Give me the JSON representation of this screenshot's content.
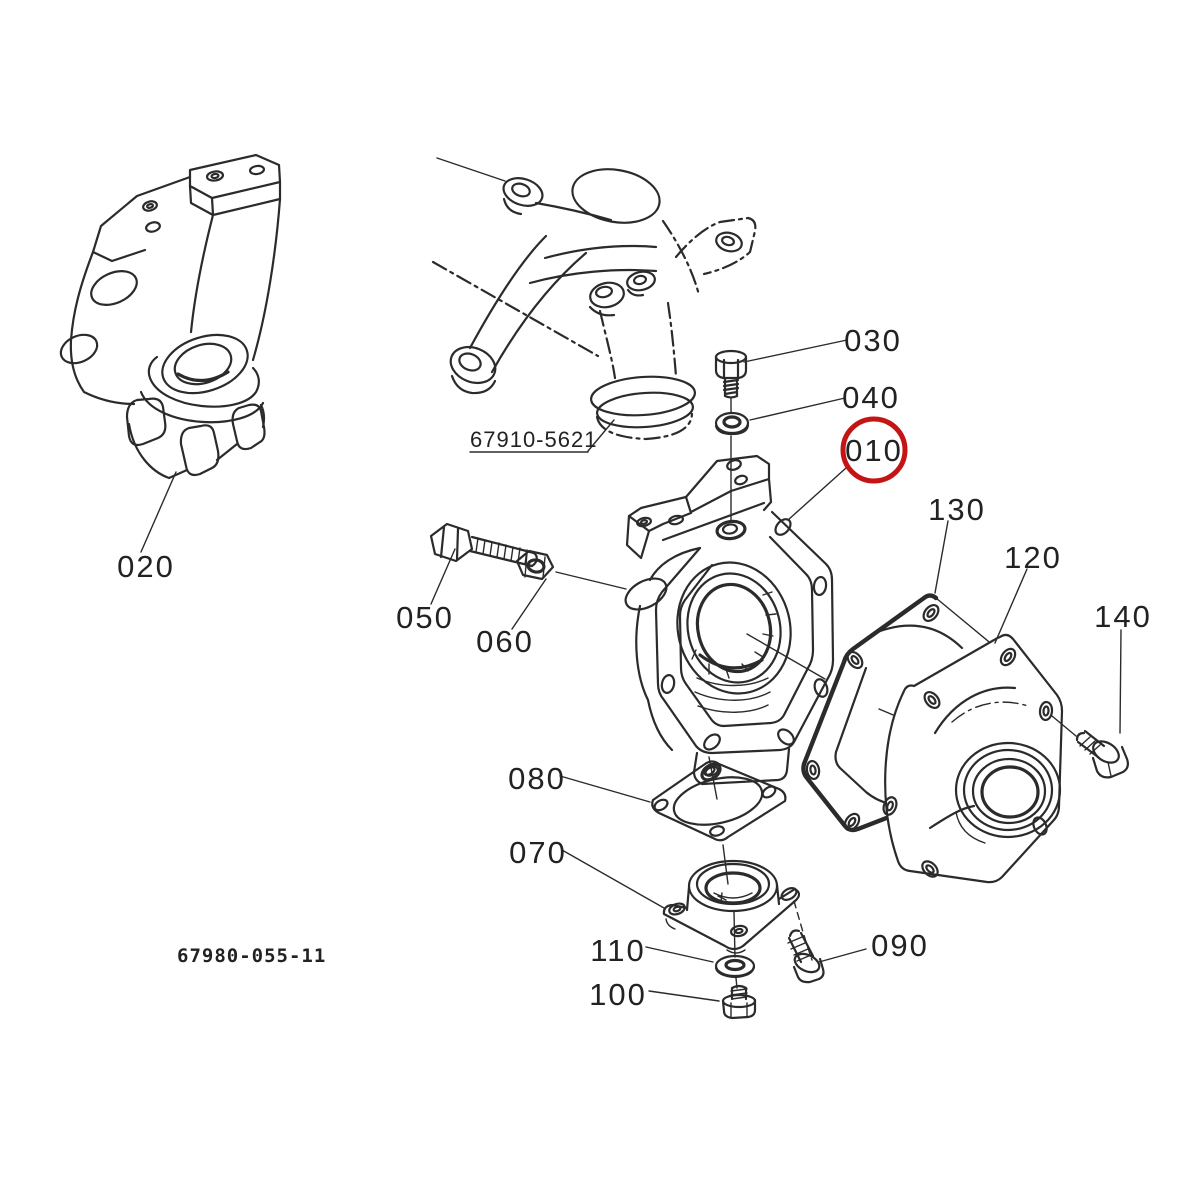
{
  "diagram": {
    "background": "#ffffff",
    "line_color": "#2b2b2b",
    "highlight_color": "#c41414",
    "highlighted_callout": "010"
  },
  "callouts": {
    "c010": "010",
    "c020": "020",
    "c030": "030",
    "c040": "040",
    "c050": "050",
    "c060": "060",
    "c070": "070",
    "c080": "080",
    "c090": "090",
    "c100": "100",
    "c110": "110",
    "c120": "120",
    "c130": "130",
    "c140": "140"
  },
  "references": {
    "assembly_ref": "67910-5621",
    "drawing_ref": "67980-055-11"
  }
}
